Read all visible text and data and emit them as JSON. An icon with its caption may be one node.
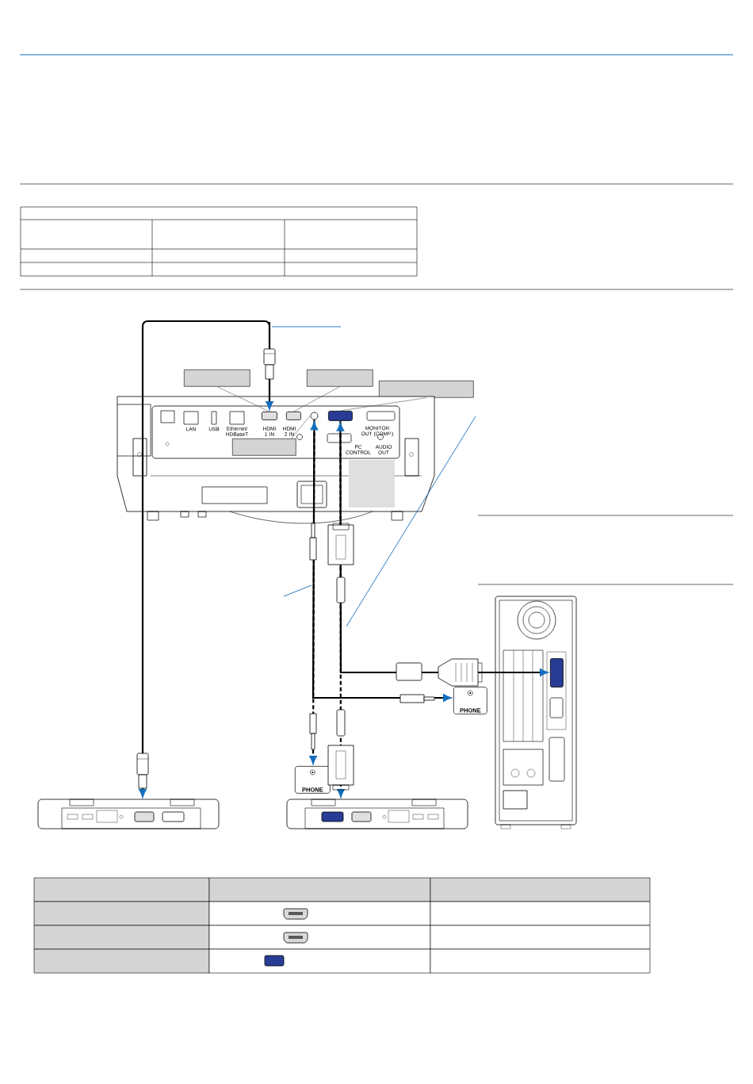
{
  "diagram": {
    "nodes": [
      {
        "text": [],
        "shape": "box"
      },
      {
        "text": [],
        "shape": "box"
      },
      {
        "text": [],
        "shape": "box"
      },
      {
        "text": [],
        "shape": "picture"
      },
      {
        "text": [],
        "shape": "box",
        "in": 3
      },
      {
        "text": [],
        "shape": "box",
        "in": 3
      },
      {
        "text": [],
        "shape": "circle",
        "in": 3
      },
      {
        "text": [],
        "shape": "box",
        "in": 3
      },
      {
        "text": [],
        "shape": "box",
        "in": 3
      },
      {
        "text": [],
        "shape": "picture"
      },
      {
        "text": [],
        "shape": "box",
        "in": 9
      },
      {
        "text": [
          "PHONE"
        ]
      },
      {
        "text": [],
        "shape": "picture"
      },
      {
        "text": [
          "PHONE"
        ]
      },
      {
        "text": [],
        "shape": "picture"
      }
    ],
    "edges": [
      {
        "from": 0,
        "to": 4,
        "arrow": "none"
      },
      {
        "from": 1,
        "to": 5,
        "arrow": "none"
      },
      {
        "from": 2,
        "to": 7,
        "arrow": "none"
      },
      {
        "from": 8,
        "to": 6,
        "arrow": "none"
      },
      {
        "from": 12,
        "to": 4,
        "arrow": "both"
      },
      {
        "from": 6,
        "to": 11,
        "arrow": "both"
      },
      {
        "from": 6,
        "to": 13,
        "arrow": "to",
        "style": "dashed"
      },
      {
        "from": 7,
        "to": 10,
        "arrow": "both"
      },
      {
        "from": 7,
        "to": 14,
        "arrow": "to",
        "style": "dashed"
      }
    ],
    "labels": [
      "LAN",
      "USB",
      "Ethernet/ HDBaseT",
      "HDMI 1 IN",
      "HDMI 2 IN",
      "MONITOR OUT (COMP.)",
      "PC CONTROL",
      "AUDIO OUT"
    ]
  }
}
